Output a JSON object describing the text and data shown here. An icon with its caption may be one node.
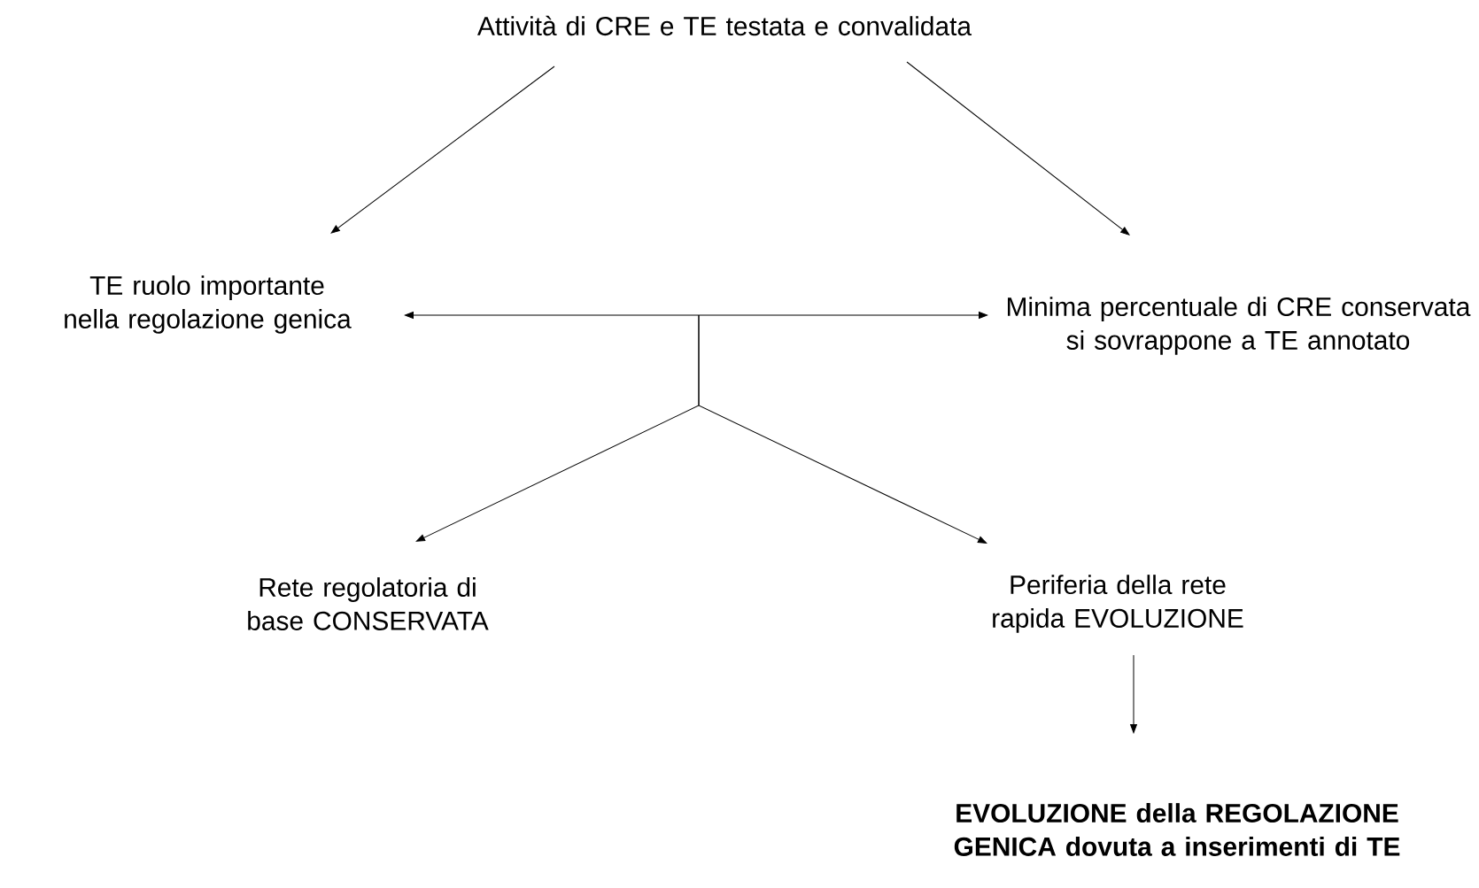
{
  "diagram": {
    "nodes": [
      {
        "text": [
          "Attività di CRE e TE testata e convalidata"
        ]
      },
      {
        "text": [
          "TE ruolo importante nella regolazione genica"
        ]
      },
      {
        "text": [
          "Minima percentuale di CRE conservata si sovrappone a TE annotato"
        ]
      },
      {
        "text": [
          "Rete regolatoria di base CONSERVATA"
        ]
      },
      {
        "text": [
          "Periferia della rete rapida EVOLUZIONE"
        ]
      },
      {
        "text": [
          "**EVOLUZIONE della REGOLAZIONE GENICA dovuta a inserimenti di TE**"
        ]
      }
    ],
    "edges": [
      {
        "from": 0,
        "to": 1,
        "arrow": "to"
      },
      {
        "from": 0,
        "to": 2,
        "arrow": "to"
      },
      {
        "from": 1,
        "to": 2,
        "arrow": "both"
      },
      {
        "from": null,
        "to": 3,
        "arrow": "to"
      },
      {
        "from": null,
        "to": 4,
        "arrow": "to"
      },
      {
        "from": 4,
        "to": 5,
        "arrow": "to"
      }
    ]
  }
}
